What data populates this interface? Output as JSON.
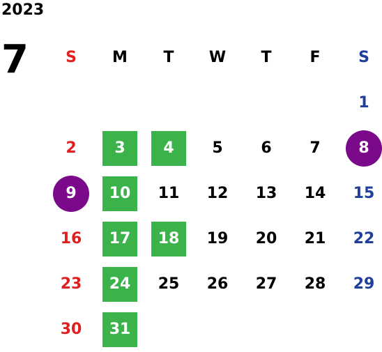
{
  "calendar": {
    "year": "2023",
    "month": "7",
    "weekdays": [
      "S",
      "M",
      "T",
      "W",
      "T",
      "F",
      "S"
    ],
    "colors": {
      "sunday": "#e02020",
      "saturday": "#1f3f9a",
      "highlight_green": "#3bb34a",
      "highlight_purple": "#7a0a8a"
    },
    "start_weekday_index": 6,
    "days_in_month": 31,
    "highlighted_green": [
      3,
      4,
      10,
      17,
      18,
      24,
      31
    ],
    "highlighted_purple": [
      8,
      9
    ]
  }
}
